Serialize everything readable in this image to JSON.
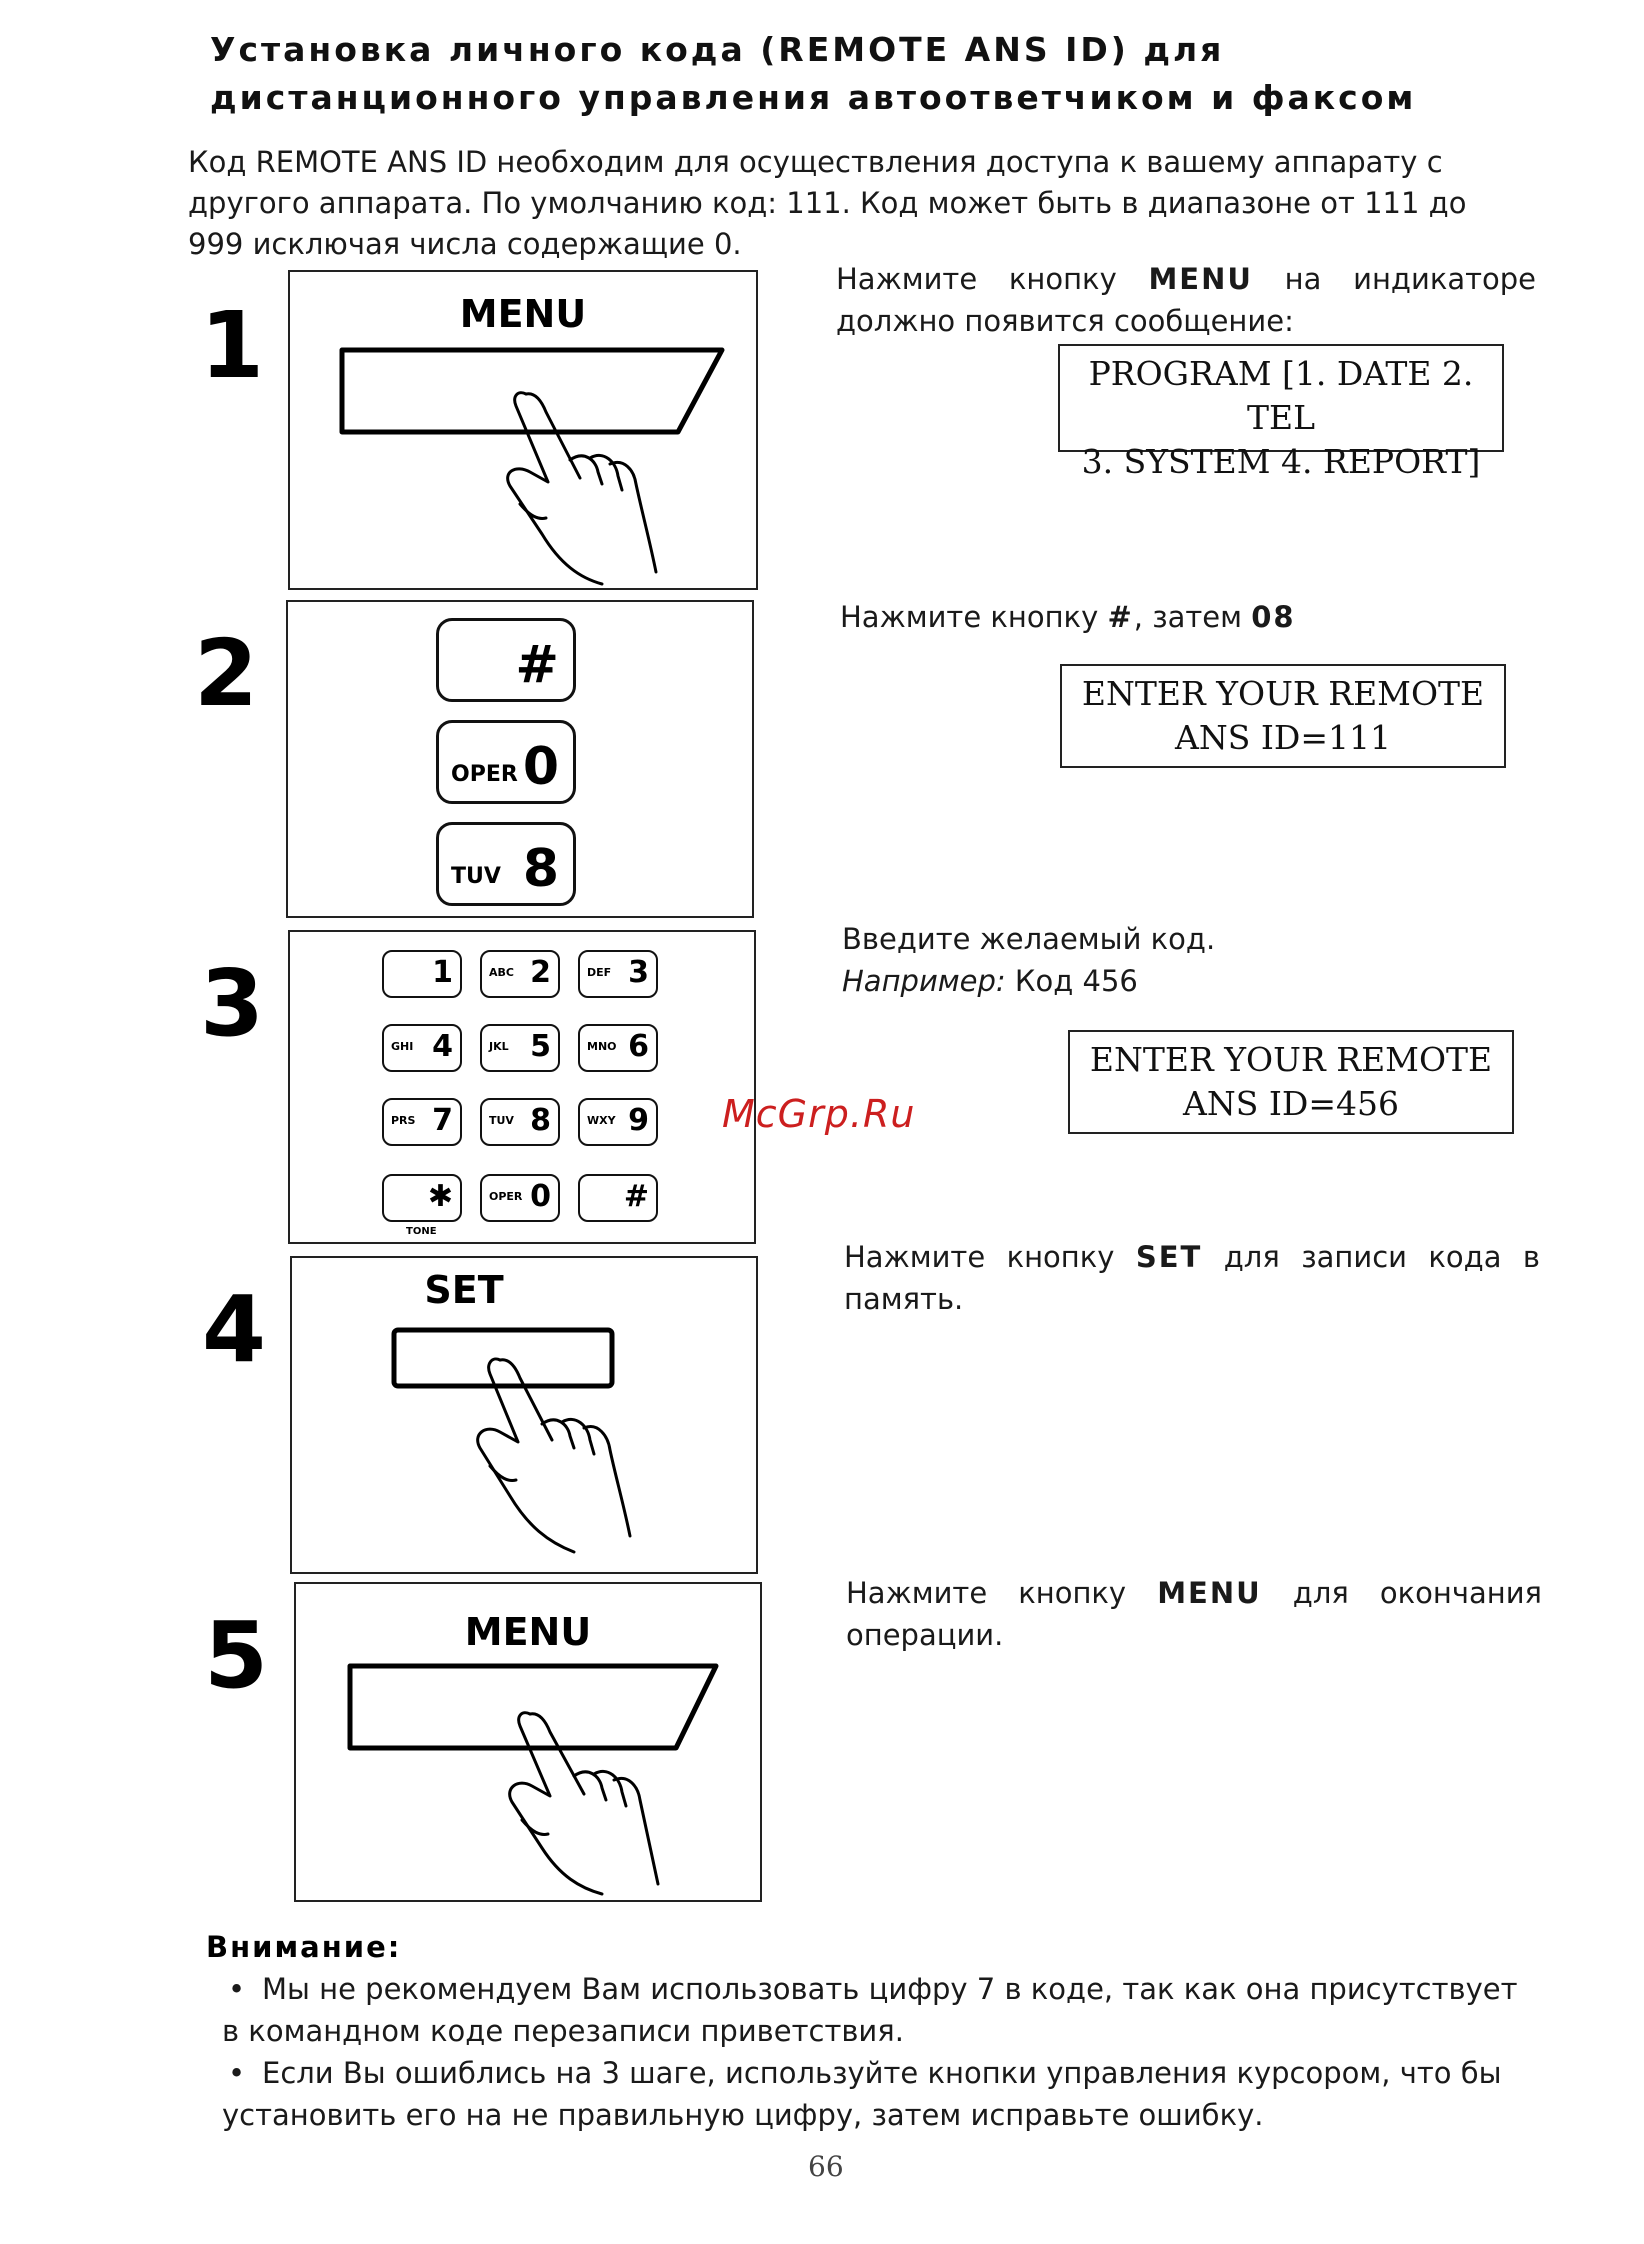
{
  "title": {
    "line1": "Установка личного кода (REMOTE ANS ID) для",
    "line2": "дистанционного управления автоответчиком и факсом"
  },
  "intro": "Код REMOTE ANS ID необходим для осуществления доступа к вашему аппарату с другого аппарата. По умолчанию код: 111. Код может быть в диапазоне от 111 до 999 исключая числа содержащие 0.",
  "steps": [
    {
      "number": "1",
      "panel_label": "MENU",
      "instr_pre": "Нажмите кнопку ",
      "instr_bold": "MENU",
      "instr_post": " на индикаторе должно появится сообщение:",
      "lcd_line1": "PROGRAM [1. DATE 2. TEL",
      "lcd_line2": "3. SYSTEM 4. REPORT]"
    },
    {
      "number": "2",
      "keys": [
        {
          "sub": "",
          "main": "#"
        },
        {
          "sub": "OPER",
          "main": "0"
        },
        {
          "sub": "TUV",
          "main": "8"
        }
      ],
      "instr_pre": "Нажмите кнопку ",
      "instr_bold1": "#",
      "instr_mid": ", затем ",
      "instr_bold2": "08",
      "lcd_line1": "ENTER YOUR REMOTE",
      "lcd_line2": "ANS ID=111"
    },
    {
      "number": "3",
      "keypad": [
        {
          "sub": "",
          "main": "1"
        },
        {
          "sub": "ABC",
          "main": "2"
        },
        {
          "sub": "DEF",
          "main": "3"
        },
        {
          "sub": "GHI",
          "main": "4"
        },
        {
          "sub": "JKL",
          "main": "5"
        },
        {
          "sub": "MNO",
          "main": "6"
        },
        {
          "sub": "PRS",
          "main": "7"
        },
        {
          "sub": "TUV",
          "main": "8"
        },
        {
          "sub": "WXY",
          "main": "9"
        },
        {
          "sub": "",
          "main": "✱"
        },
        {
          "sub": "OPER",
          "main": "0"
        },
        {
          "sub": "",
          "main": "#"
        }
      ],
      "tone_label": "TONE",
      "instr_line1": "Введите желаемый код.",
      "instr_example_label": "Например:",
      "instr_example_value": " Код 456",
      "lcd_line1": "ENTER YOUR REMOTE",
      "lcd_line2": "ANS ID=456"
    },
    {
      "number": "4",
      "panel_label": "SET",
      "instr_pre": "Нажмите кнопку ",
      "instr_bold": "SET",
      "instr_post": " для записи кода в память."
    },
    {
      "number": "5",
      "panel_label": "MENU",
      "instr_pre": "Нажмите кнопку ",
      "instr_bold": "MENU",
      "instr_post": " для окончания операции."
    }
  ],
  "watermark": "McGrp.Ru",
  "notes": {
    "heading": "Внимание:",
    "items": [
      "Мы не рекомендуем Вам использовать цифру 7 в коде, так как она присутствует в командном коде перезаписи приветствия.",
      "Если Вы ошиблись на 3 шаге, используйте кнопки управления курсором, что бы установить его на не правильную цифру, затем исправьте ошибку."
    ],
    "bullet": "•"
  },
  "page_number": "66"
}
